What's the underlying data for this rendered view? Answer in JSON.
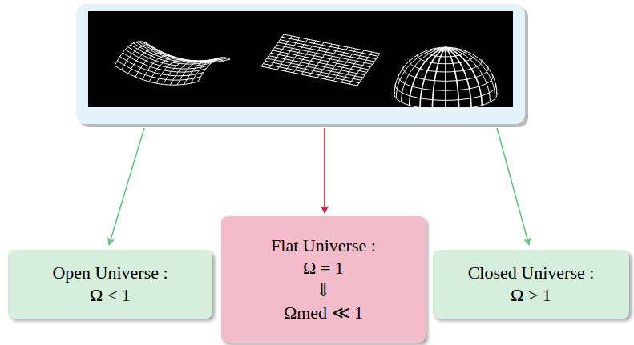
{
  "diagram": {
    "nodes": [
      {
        "text": [
          "Open Universe :",
          "Ω < 1"
        ]
      },
      {
        "text": [
          "Flat Universe :",
          "Ω = 1",
          "⇓",
          "Ωmed ≪ 1"
        ]
      },
      {
        "text": [
          "Closed Universe :",
          "Ω > 1"
        ]
      }
    ]
  }
}
